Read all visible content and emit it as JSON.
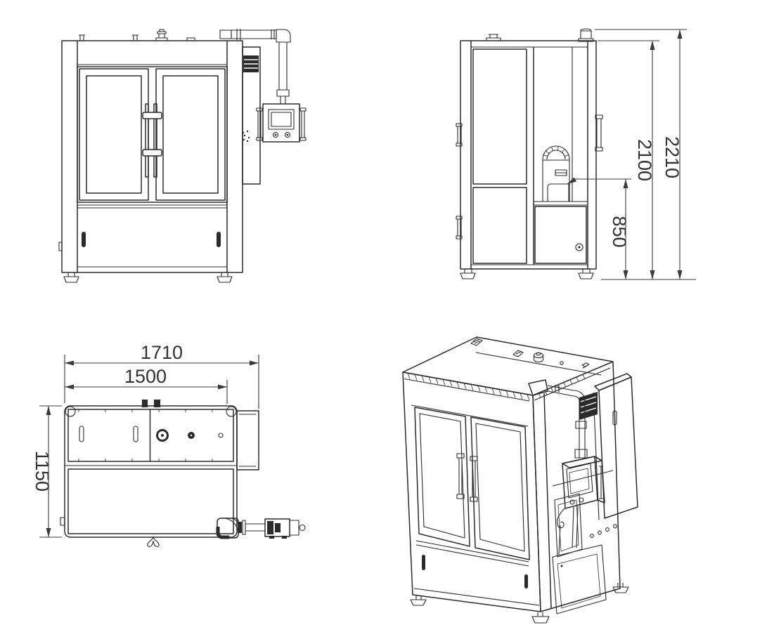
{
  "meta": {
    "background_color": "#ffffff",
    "line_color": "#2b2b2b",
    "dimension_text_color": "#333333"
  },
  "dimensions": {
    "side_view": {
      "overall_height": "2210",
      "frame_height": "2100",
      "working_height": "850"
    },
    "top_view": {
      "overall_width": "1710",
      "cabinet_width": "1500",
      "depth": "1150"
    }
  }
}
